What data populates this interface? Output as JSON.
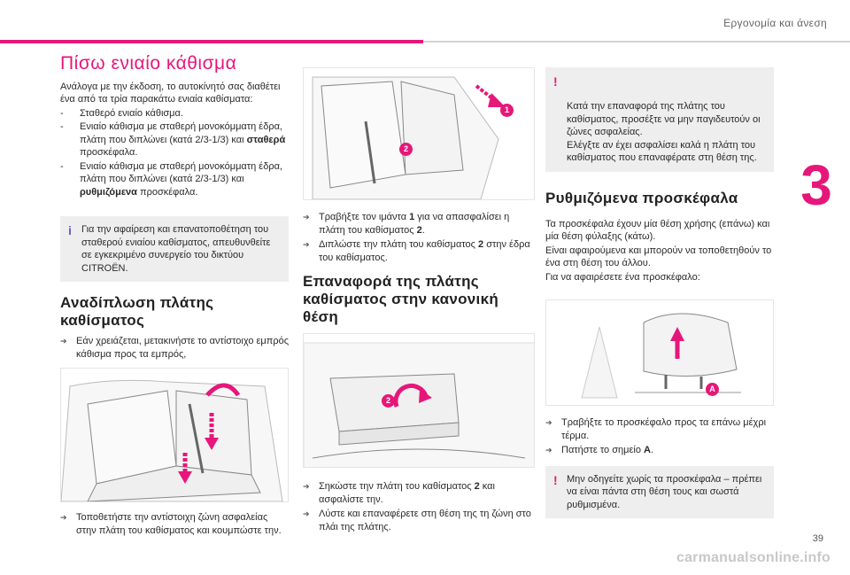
{
  "header": {
    "section": "Εργονομία και άνεση",
    "chapter": "3",
    "page_number": "39"
  },
  "watermark": "carmanualsonline.info",
  "col1": {
    "title": "Πίσω ενιαίο κάθισμα",
    "intro": "Ανάλογα με την έκδοση, το αυτοκίνητό σας διαθέτει ένα από τα τρία παρακάτω ενιαία καθίσματα:",
    "item1": "Σταθερό ενιαίο κάθισμα.",
    "item2_pre": "Ενιαίο κάθισμα με σταθερή μονοκόμματη έδρα, πλάτη που διπλώνει (κατά 2/3-1/3) και ",
    "item2_bold": "σταθερά",
    "item2_post": " προσκέφαλα.",
    "item3_pre": "Ενιαίο κάθισμα με σταθερή μονοκόμματη έδρα, πλάτη που διπλώνει (κατά 2/3-1/3) και ",
    "item3_bold": "ρυθμιζόμενα",
    "item3_post": " προσκέφαλα.",
    "note": "Για την αφαίρεση και επανατοποθέτηση του σταθερού ενιαίου καθίσματος, απευθυνθείτε σε εγκεκριμένο συνεργείο του δικτύου CITROËN.",
    "folding_heading": "Αναδίπλωση πλάτης καθίσματος",
    "folding_step1": "Εάν χρειάζεται, μετακινήστε το αντίστοιχο εμπρός κάθισμα προς τα εμπρός,",
    "folding_step2": "Τοποθετήστε την αντίστοιχη ζώνη ασφαλείας στην πλάτη του καθίσματος και κουμπώστε την."
  },
  "col2": {
    "badge1": "1",
    "badge2": "2",
    "step3_pre": "Τραβήξτε τον ιμάντα ",
    "step3_bold": "1",
    "step3_post": " για να απασφαλίσει η πλάτη του καθίσματος ",
    "step3_bold2": "2",
    "step3_end": ".",
    "step4_pre": "Διπλώστε την πλάτη του καθίσματος ",
    "step4_bold": "2",
    "step4_post": " στην έδρα του καθίσματος.",
    "restore_heading": "Επαναφορά της πλάτης καθίσματος στην κανονική θέση",
    "badge3": "2",
    "restore_step1_pre": "Σηκώστε την πλάτη του καθίσματος ",
    "restore_step1_bold": "2",
    "restore_step1_post": " και ασφαλίστε την.",
    "restore_step2": "Λύστε και επαναφέρετε στη θέση της τη ζώνη στο πλάι της πλάτης."
  },
  "col3": {
    "warn1": "Κατά την επαναφορά της πλάτης του καθίσματος, προσέξτε να μην παγιδευτούν οι ζώνες ασφαλείας.\nΕλέγξτε αν έχει ασφαλίσει καλά η πλάτη του καθίσματος που επαναφέρατε στη θέση της.",
    "headrest_heading": "Ρυθμιζόμενα προσκέφαλα",
    "headrest_p1": "Τα προσκέφαλα έχουν μία θέση χρήσης (επάνω) και μία θέση φύλαξης (κάτω).",
    "headrest_p2": "Είναι αφαιρούμενα και μπορούν να τοποθετηθούν το ένα στη θέση του άλλου.",
    "headrest_p3": "Για να αφαιρέσετε ένα προσκέφαλο:",
    "badgeA": "A",
    "headrest_step1": "Τραβήξτε το προσκέφαλο προς τα επάνω μέχρι τέρμα.",
    "headrest_step2_pre": "Πατήστε το σημείο ",
    "headrest_step2_bold": "A",
    "headrest_step2_post": ".",
    "warn2": "Μην οδηγείτε χωρίς τα προσκέφαλα – πρέπει να είναι πάντα στη θέση τους και σωστά ρυθμισμένα."
  },
  "colors": {
    "accent": "#e6177a",
    "note_bg": "#eeeeee",
    "info_mark": "#6a5acd"
  }
}
